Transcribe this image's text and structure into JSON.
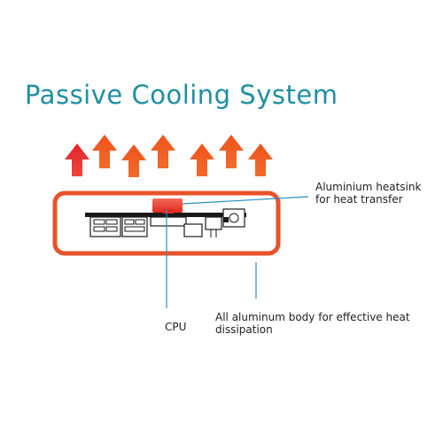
{
  "title": "Passive Cooling System",
  "labels": {
    "heatsink": "Aluminium heatsink for heat transfer",
    "cpu": "CPU",
    "body": "All aluminum body for effective heat dissipation"
  },
  "colors": {
    "title": "#1f8fa4",
    "arrow_orange": "#ef5a1e",
    "arrow_red": "#e0242b",
    "body_outline": "#e8532a",
    "heatsink": "#e53b2a",
    "leader_line": "#2a8fc0",
    "board": "#1a1a1a"
  }
}
